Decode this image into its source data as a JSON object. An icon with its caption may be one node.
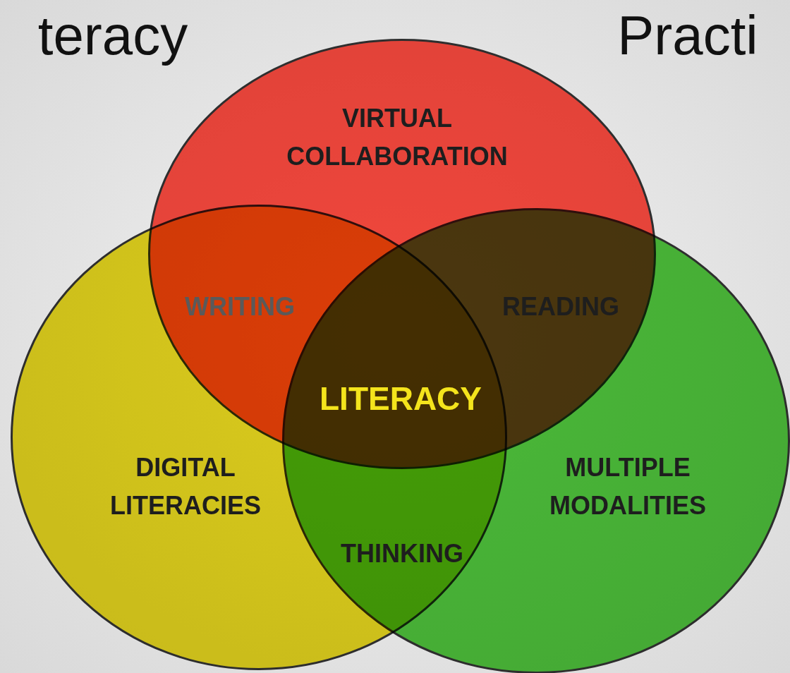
{
  "diagram": {
    "nodes": [
      {
        "text": [
          "VIRTUAL COLLABORATION"
        ]
      },
      {
        "text": [
          "DIGITAL LITERACIES"
        ]
      },
      {
        "text": [
          "MULTIPLE MODALITIES"
        ]
      }
    ],
    "labels": [
      "teracy",
      "Practi",
      "WRITING",
      "READING",
      "LITERACY",
      "THINKING"
    ]
  }
}
